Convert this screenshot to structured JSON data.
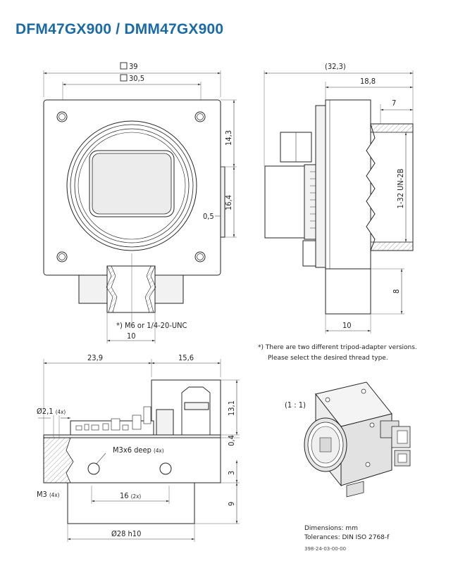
{
  "title": "DFM47GX900 / DMM47GX900",
  "front_view": {
    "outer_square": "39",
    "hole_square": "30,5",
    "dim_top": "14,3",
    "dim_mid": "16,4",
    "dim_offset": "0,5",
    "thread_note": "*) M6 or 1/4-20-UNC",
    "dim_bottom": "10"
  },
  "side_view": {
    "dim_total": "(32,3)",
    "dim_body": "18,8",
    "dim_mount": "7",
    "thread_label": "1-32 UN-2B",
    "dim_tripod_height": "8",
    "dim_tripod_width": "10"
  },
  "footnote": {
    "line1": "*) There are two different tripod-adapter versions.",
    "line2": "Please select the desired thread type."
  },
  "top_view": {
    "dim_left": "23,9",
    "dim_right": "15,6",
    "hole_dia": "2,1",
    "hole_count": "(4x)",
    "m3x6": "M3x6 deep",
    "m3x6_count": "(4x)",
    "m3": "M3",
    "m3_count": "(4x)",
    "dim_16": "16",
    "dim_16_count": "(2x)",
    "dia_28": "28 h10",
    "dim_13": "13,1",
    "dim_04": "0,4",
    "dim_3": "3",
    "dim_9": "9"
  },
  "iso_view": {
    "scale": "(1 : 1)"
  },
  "info": {
    "dimensions": "Dimensions: mm",
    "tolerances": "Tolerances: DIN ISO 2768-f",
    "code": "398-24-03-00-00"
  }
}
